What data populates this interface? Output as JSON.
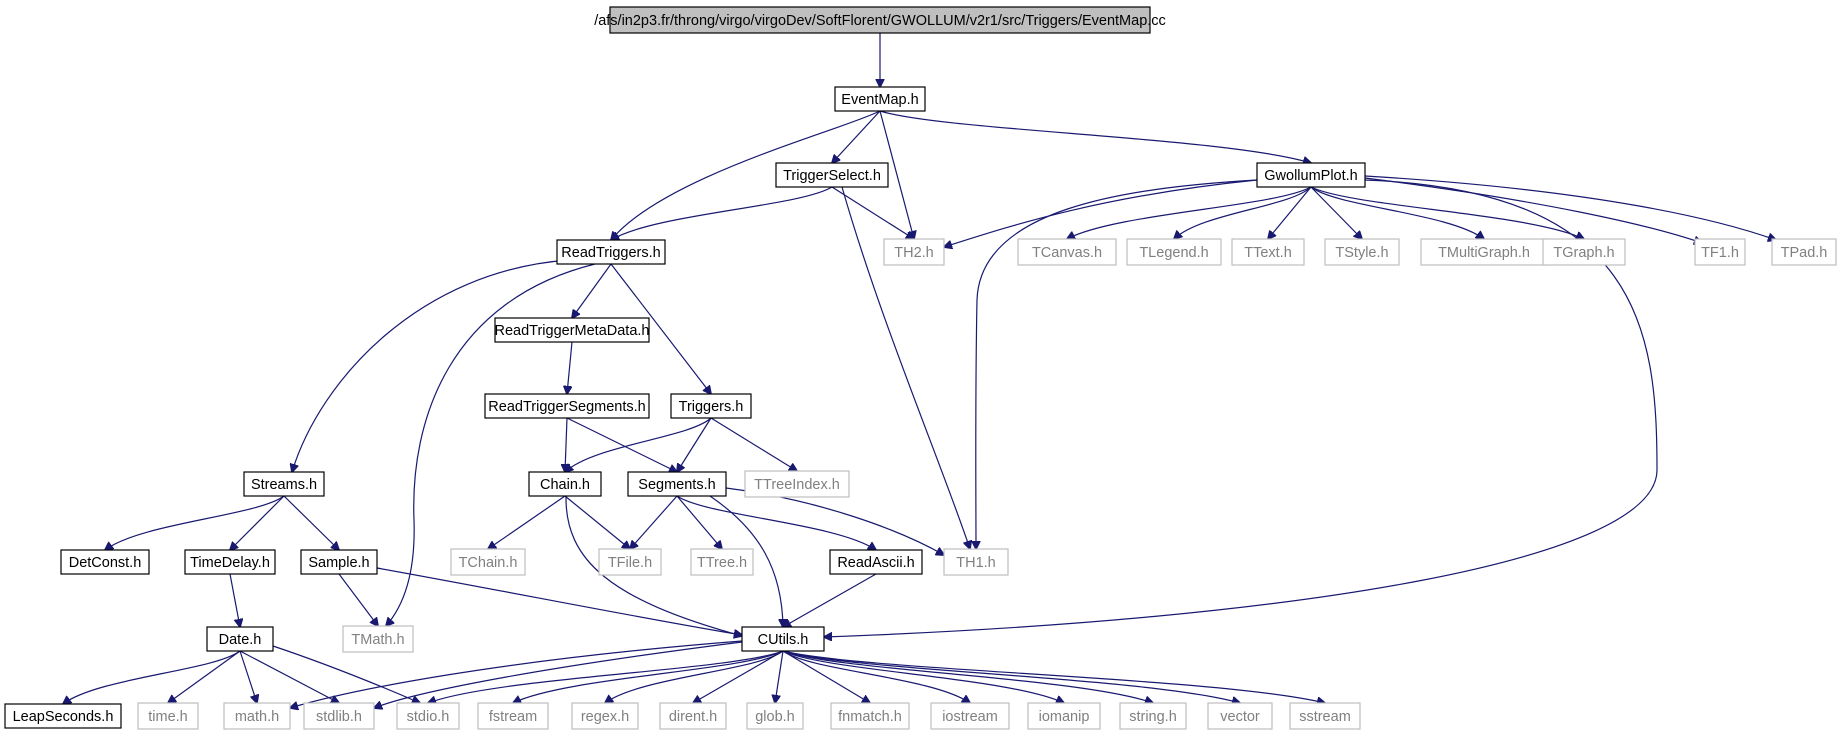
{
  "colors": {
    "edge": "#191970",
    "root_fill": "#bfbfbf",
    "external_border": "#bfbfbf",
    "external_text": "#808080"
  },
  "nodes": [
    {
      "id": "root",
      "label": "/afs/in2p3.fr/throng/virgo/virgoDev/SoftFlorent/GWOLLUM/v2r1/src/Triggers/EventMap.cc",
      "kind": "root"
    },
    {
      "id": "eventmap",
      "label": "EventMap.h",
      "kind": "doc"
    },
    {
      "id": "triggerselect",
      "label": "TriggerSelect.h",
      "kind": "doc"
    },
    {
      "id": "gwollumplot",
      "label": "GwollumPlot.h",
      "kind": "doc"
    },
    {
      "id": "readtriggers",
      "label": "ReadTriggers.h",
      "kind": "doc"
    },
    {
      "id": "th2",
      "label": "TH2.h",
      "kind": "ext"
    },
    {
      "id": "tcanvas",
      "label": "TCanvas.h",
      "kind": "ext"
    },
    {
      "id": "tlegend",
      "label": "TLegend.h",
      "kind": "ext"
    },
    {
      "id": "ttext",
      "label": "TText.h",
      "kind": "ext"
    },
    {
      "id": "tstyle",
      "label": "TStyle.h",
      "kind": "ext"
    },
    {
      "id": "tmultigraph",
      "label": "TMultiGraph.h",
      "kind": "ext"
    },
    {
      "id": "tgraph",
      "label": "TGraph.h",
      "kind": "ext"
    },
    {
      "id": "tf1",
      "label": "TF1.h",
      "kind": "ext"
    },
    {
      "id": "tpad",
      "label": "TPad.h",
      "kind": "ext"
    },
    {
      "id": "readtriggermetadata",
      "label": "ReadTriggerMetaData.h",
      "kind": "doc"
    },
    {
      "id": "readtriggersegments",
      "label": "ReadTriggerSegments.h",
      "kind": "doc"
    },
    {
      "id": "triggers",
      "label": "Triggers.h",
      "kind": "doc"
    },
    {
      "id": "streams",
      "label": "Streams.h",
      "kind": "doc"
    },
    {
      "id": "chain",
      "label": "Chain.h",
      "kind": "doc"
    },
    {
      "id": "segments",
      "label": "Segments.h",
      "kind": "doc"
    },
    {
      "id": "ttreeindex",
      "label": "TTreeIndex.h",
      "kind": "ext"
    },
    {
      "id": "detconst",
      "label": "DetConst.h",
      "kind": "doc"
    },
    {
      "id": "timedelay",
      "label": "TimeDelay.h",
      "kind": "doc"
    },
    {
      "id": "sample",
      "label": "Sample.h",
      "kind": "doc"
    },
    {
      "id": "tchain",
      "label": "TChain.h",
      "kind": "ext"
    },
    {
      "id": "tfile",
      "label": "TFile.h",
      "kind": "ext"
    },
    {
      "id": "ttree",
      "label": "TTree.h",
      "kind": "ext"
    },
    {
      "id": "readascii",
      "label": "ReadAscii.h",
      "kind": "doc"
    },
    {
      "id": "th1",
      "label": "TH1.h",
      "kind": "ext"
    },
    {
      "id": "date",
      "label": "Date.h",
      "kind": "doc"
    },
    {
      "id": "tmath",
      "label": "TMath.h",
      "kind": "ext"
    },
    {
      "id": "cutils",
      "label": "CUtils.h",
      "kind": "doc"
    },
    {
      "id": "leapseconds",
      "label": "LeapSeconds.h",
      "kind": "doc"
    },
    {
      "id": "time",
      "label": "time.h",
      "kind": "ext"
    },
    {
      "id": "math",
      "label": "math.h",
      "kind": "ext"
    },
    {
      "id": "stdlib",
      "label": "stdlib.h",
      "kind": "ext"
    },
    {
      "id": "stdio",
      "label": "stdio.h",
      "kind": "ext"
    },
    {
      "id": "fstream",
      "label": "fstream",
      "kind": "ext"
    },
    {
      "id": "regex",
      "label": "regex.h",
      "kind": "ext"
    },
    {
      "id": "dirent",
      "label": "dirent.h",
      "kind": "ext"
    },
    {
      "id": "glob",
      "label": "glob.h",
      "kind": "ext"
    },
    {
      "id": "fnmatch",
      "label": "fnmatch.h",
      "kind": "ext"
    },
    {
      "id": "iostream",
      "label": "iostream",
      "kind": "ext"
    },
    {
      "id": "iomanip",
      "label": "iomanip",
      "kind": "ext"
    },
    {
      "id": "string",
      "label": "string.h",
      "kind": "ext"
    },
    {
      "id": "vector",
      "label": "vector",
      "kind": "ext"
    },
    {
      "id": "sstream",
      "label": "sstream",
      "kind": "ext"
    }
  ],
  "edges": [
    [
      "root",
      "eventmap"
    ],
    [
      "eventmap",
      "readtriggers"
    ],
    [
      "eventmap",
      "triggerselect"
    ],
    [
      "eventmap",
      "th2"
    ],
    [
      "eventmap",
      "gwollumplot"
    ],
    [
      "triggerselect",
      "readtriggers"
    ],
    [
      "triggerselect",
      "th2"
    ],
    [
      "triggerselect",
      "th1"
    ],
    [
      "gwollumplot",
      "th2"
    ],
    [
      "gwollumplot",
      "th1"
    ],
    [
      "gwollumplot",
      "tcanvas"
    ],
    [
      "gwollumplot",
      "tlegend"
    ],
    [
      "gwollumplot",
      "ttext"
    ],
    [
      "gwollumplot",
      "tstyle"
    ],
    [
      "gwollumplot",
      "tmultigraph"
    ],
    [
      "gwollumplot",
      "tgraph"
    ],
    [
      "gwollumplot",
      "tf1"
    ],
    [
      "gwollumplot",
      "tpad"
    ],
    [
      "gwollumplot",
      "cutils"
    ],
    [
      "readtriggers",
      "streams"
    ],
    [
      "readtriggers",
      "tmath"
    ],
    [
      "readtriggers",
      "readtriggermetadata"
    ],
    [
      "readtriggers",
      "triggers"
    ],
    [
      "readtriggermetadata",
      "readtriggersegments"
    ],
    [
      "readtriggersegments",
      "chain"
    ],
    [
      "readtriggersegments",
      "segments"
    ],
    [
      "triggers",
      "chain"
    ],
    [
      "triggers",
      "segments"
    ],
    [
      "triggers",
      "ttreeindex"
    ],
    [
      "streams",
      "detconst"
    ],
    [
      "streams",
      "timedelay"
    ],
    [
      "streams",
      "sample"
    ],
    [
      "timedelay",
      "date"
    ],
    [
      "sample",
      "tmath"
    ],
    [
      "sample",
      "cutils"
    ],
    [
      "chain",
      "tchain"
    ],
    [
      "chain",
      "tfile"
    ],
    [
      "chain",
      "cutils"
    ],
    [
      "segments",
      "tfile"
    ],
    [
      "segments",
      "ttree"
    ],
    [
      "segments",
      "readascii"
    ],
    [
      "segments",
      "th1"
    ],
    [
      "segments",
      "cutils"
    ],
    [
      "readascii",
      "cutils"
    ],
    [
      "date",
      "leapseconds"
    ],
    [
      "date",
      "time"
    ],
    [
      "date",
      "math"
    ],
    [
      "date",
      "stdlib"
    ],
    [
      "date",
      "stdio"
    ],
    [
      "cutils",
      "math"
    ],
    [
      "cutils",
      "stdlib"
    ],
    [
      "cutils",
      "stdio"
    ],
    [
      "cutils",
      "fstream"
    ],
    [
      "cutils",
      "regex"
    ],
    [
      "cutils",
      "dirent"
    ],
    [
      "cutils",
      "glob"
    ],
    [
      "cutils",
      "fnmatch"
    ],
    [
      "cutils",
      "iostream"
    ],
    [
      "cutils",
      "iomanip"
    ],
    [
      "cutils",
      "string"
    ],
    [
      "cutils",
      "vector"
    ],
    [
      "cutils",
      "sstream"
    ]
  ]
}
